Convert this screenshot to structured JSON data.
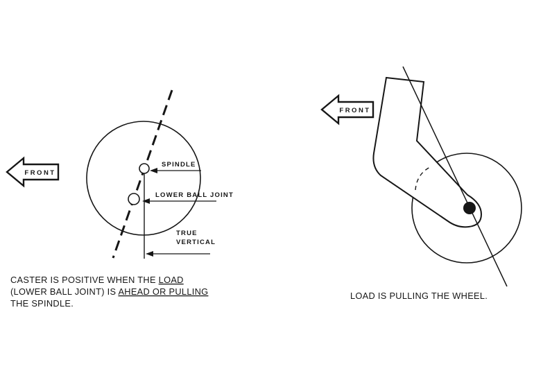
{
  "left_diagram": {
    "front_label": "FRONT",
    "spindle_label": "SPINDLE",
    "lower_ball_joint_label": "LOWER BALL JOINT",
    "true_vertical_label_line1": "TRUE",
    "true_vertical_label_line2": "VERTICAL",
    "caption": {
      "line1_pre": "CASTER IS POSITIVE WHEN THE ",
      "line1_underline": "LOAD",
      "line2_pre": "(LOWER BALL JOINT) IS ",
      "line2_underline": "AHEAD OR PULLING",
      "line3": "THE SPINDLE."
    }
  },
  "right_diagram": {
    "front_label": "FRONT",
    "caption": "LOAD IS PULLING THE WHEEL."
  },
  "colors": {
    "ink": "#161616",
    "background": "#ffffff"
  }
}
